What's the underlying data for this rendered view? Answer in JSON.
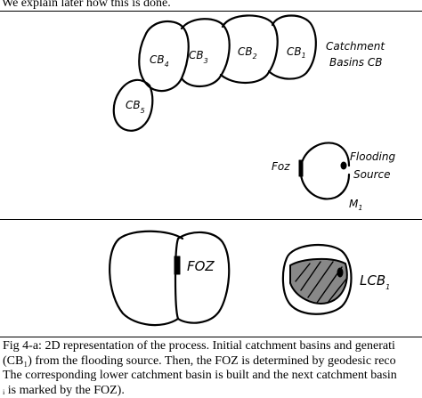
{
  "top_text": "We explain later how this is done.",
  "panel1": {
    "basins": [
      {
        "label": "CB",
        "sub": "4"
      },
      {
        "label": "CB",
        "sub": "3"
      },
      {
        "label": "CB",
        "sub": "2"
      },
      {
        "label": "CB",
        "sub": "1"
      },
      {
        "label": "CB",
        "sub": "5"
      }
    ],
    "basins_label_line1": "Catchment",
    "basins_label_line2": "Basins CB",
    "foz_label": "Foz",
    "flooding_line1": "Flooding",
    "flooding_line2": "Source",
    "m_label": "M",
    "m_sub": "1"
  },
  "panel2": {
    "foz_label": "FOZ",
    "lcb_label": "LCB",
    "lcb_sub": "1"
  },
  "caption": {
    "line1": "Fig 4-a: 2D representation of the process. Initial catchment basins and generati",
    "line2": "(CB₁) from the flooding source. Then, the FOZ is determined by geodesic reco",
    "line3": "The corresponding lower catchment basin is built and the next catchment basin",
    "line4": "ᵢ is marked by the FOZ)."
  }
}
